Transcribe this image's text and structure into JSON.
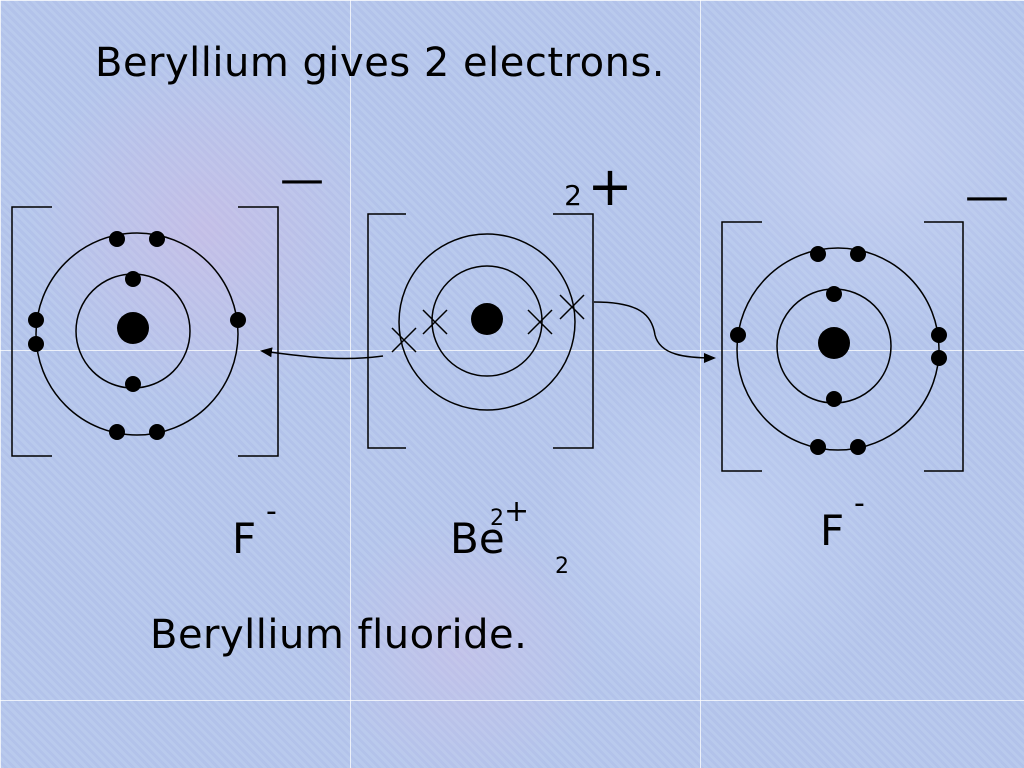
{
  "title": "Beryllium gives 2 electrons.",
  "caption": "Beryllium fluoride.",
  "diagram": {
    "left_ion_charge": "—",
    "center_ion_charge_number": "2",
    "center_ion_charge_sign": "+",
    "right_ion_charge": "—"
  },
  "formula": {
    "fluoride_left": {
      "symbol": "F",
      "charge": "-"
    },
    "beryllium": {
      "symbol": "Be",
      "charge_number": "2",
      "charge_sign": "+",
      "subscript": "2"
    },
    "fluoride_right": {
      "symbol": "F",
      "charge": "-"
    }
  }
}
